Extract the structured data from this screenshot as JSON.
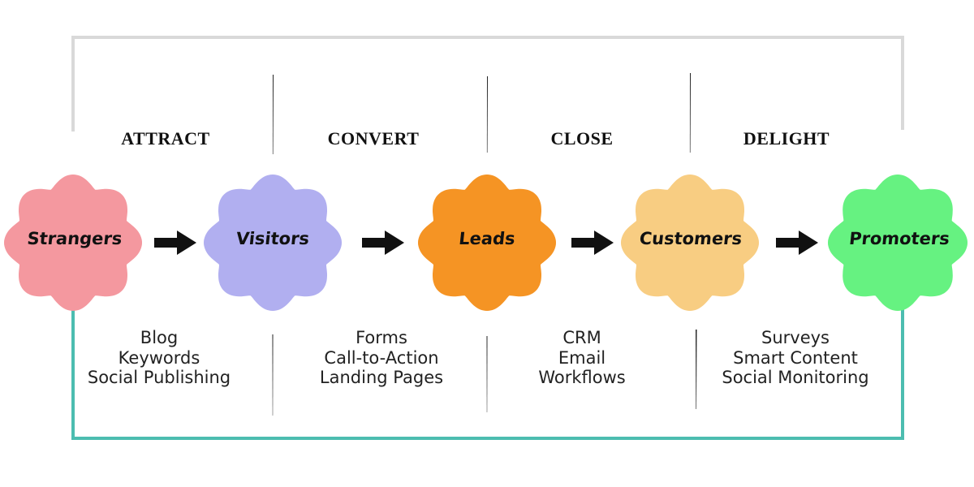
{
  "stages": [
    {
      "label": "ATTRACT"
    },
    {
      "label": "CONVERT"
    },
    {
      "label": "CLOSE"
    },
    {
      "label": "DELIGHT"
    }
  ],
  "nodes": [
    {
      "label": "Strangers",
      "color": "#f4989f"
    },
    {
      "label": "Visitors",
      "color": "#b1aff0"
    },
    {
      "label": "Leads",
      "color": "#f59424"
    },
    {
      "label": "Customers",
      "color": "#f8cd82"
    },
    {
      "label": "Promoters",
      "color": "#66f281"
    }
  ],
  "tools": [
    [
      "Blog",
      "Keywords",
      "Social Publishing"
    ],
    [
      "Forms",
      "Call-to-Action",
      "Landing Pages"
    ],
    [
      "CRM",
      "Email",
      "Workflows"
    ],
    [
      "Surveys",
      "Smart Content",
      "Social Monitoring"
    ]
  ],
  "colors": {
    "top_loop": "#d9d9d9",
    "bottom_loop": "#4cbdb0",
    "arrow": "#111111",
    "divider": "#222222"
  }
}
